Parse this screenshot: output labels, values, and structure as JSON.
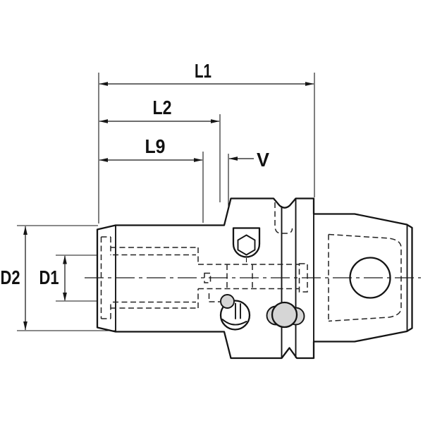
{
  "drawing": {
    "type": "technical-dimension-drawing",
    "labels": {
      "l1": "L1",
      "l2": "L2",
      "l9": "L9",
      "v": "V",
      "d1": "D1",
      "d2": "D2"
    },
    "colors": {
      "body_fill": "#d6d6d6",
      "line": "#161616",
      "background": "#ffffff"
    }
  }
}
